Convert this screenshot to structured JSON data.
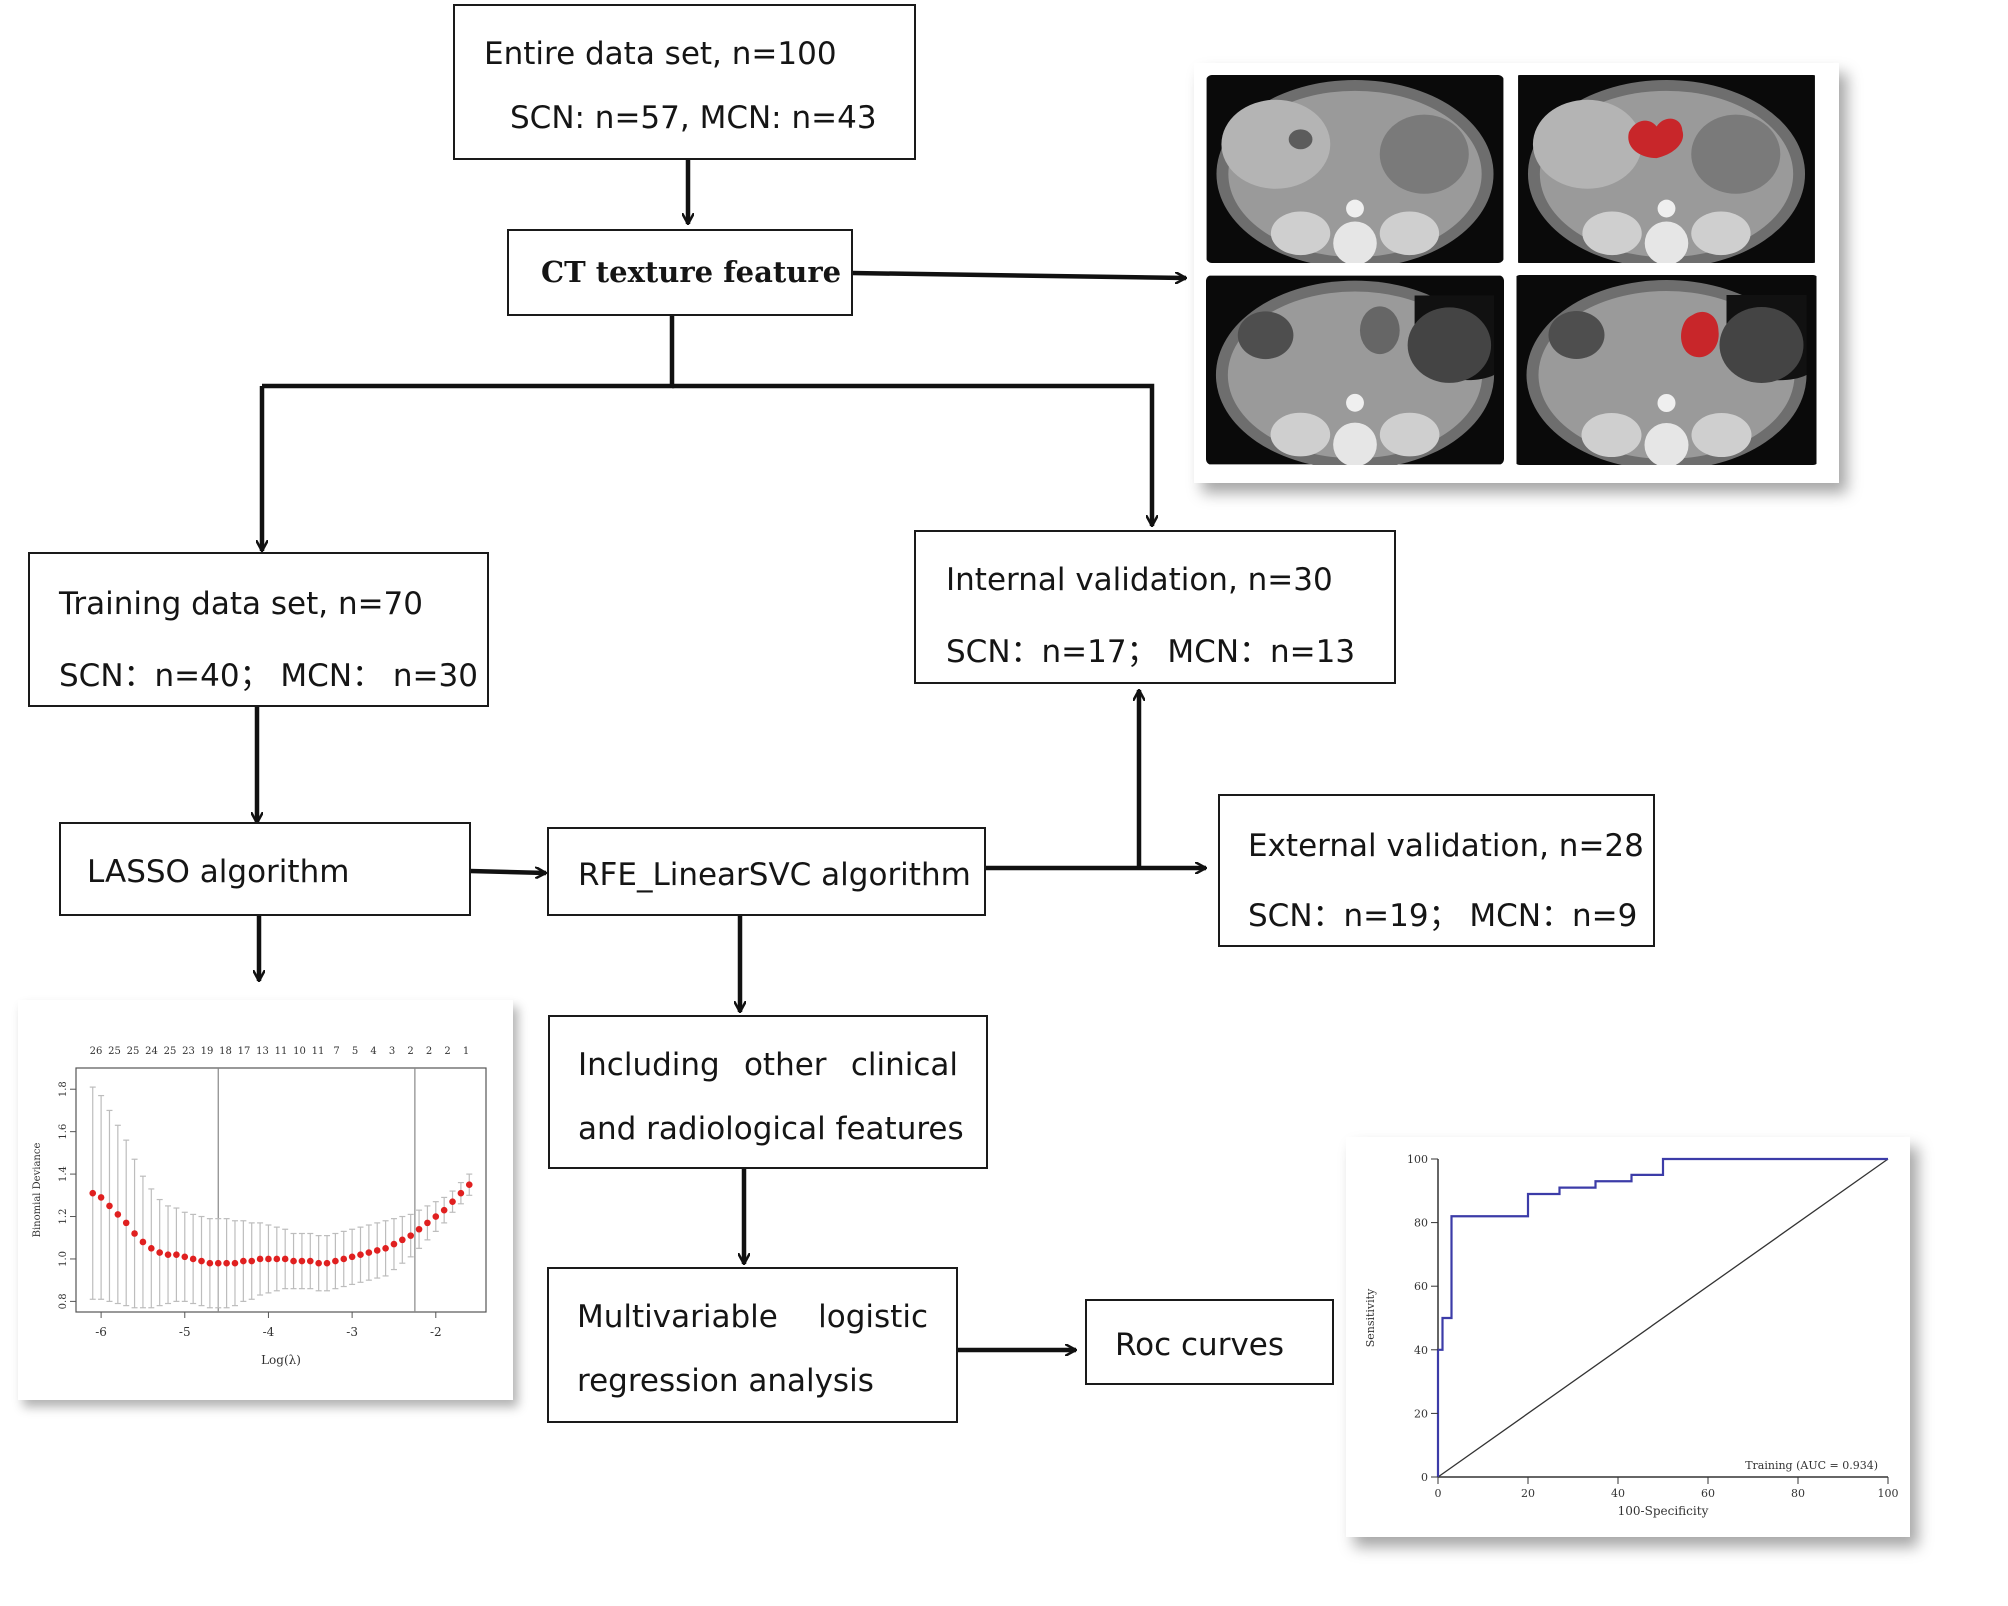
{
  "boxes": {
    "entire": {
      "line1": "Entire data set, n=100",
      "line2": "SCN: n=57, MCN: n=43"
    },
    "ct_texture": {
      "label": "CT texture feature"
    },
    "training": {
      "line1": "Training data set, n=70",
      "line2": "SCN：n=40； MCN： n=30"
    },
    "internal": {
      "line1": "Internal validation, n=30",
      "line2": "SCN：n=17； MCN：n=13"
    },
    "lasso": {
      "label": "LASSO algorithm"
    },
    "rfe": {
      "label": "RFE_LinearSVC algorithm"
    },
    "external": {
      "line1": "External validation, n=28",
      "line2": "SCN：n=19； MCN：n=9"
    },
    "including": {
      "line1_words": [
        "Including",
        "other",
        "clinical"
      ],
      "line2": "and radiological features"
    },
    "multivariable": {
      "line1_words": [
        "Multivariable",
        "logistic"
      ],
      "line2": "regression analysis"
    },
    "roc": {
      "label": "Roc curves"
    }
  },
  "ct_panel": {
    "images": [
      "axial CT, pancreatic lesion",
      "axial CT with red lesion mask",
      "axial CT, pancreatic lesion",
      "axial CT with red lesion mask"
    ],
    "colors": {
      "lesion": "#c8262a",
      "background": "#0a0a0a",
      "tissue": "#9a9a9a"
    }
  },
  "chart_data": [
    {
      "type": "line",
      "title": "",
      "xlabel": "Log(λ)",
      "ylabel": "Binomial Deviance",
      "xlim": [
        -6.3,
        -1.4
      ],
      "ylim": [
        0.75,
        1.9
      ],
      "x_ticks": [
        -6,
        -5,
        -4,
        -3,
        -2
      ],
      "y_ticks": [
        0.8,
        1.0,
        1.2,
        1.4,
        1.6,
        1.8
      ],
      "top_ticks": [
        "26",
        "25",
        "25",
        "24",
        "25",
        "23",
        "19",
        "18",
        "17",
        "13",
        "11",
        "10",
        "11",
        "7",
        "5",
        "4",
        "3",
        "2",
        "2",
        "2",
        "1"
      ],
      "vlines": [
        -4.6,
        -2.25
      ],
      "series": [
        {
          "x": [
            -6.1,
            -6.0,
            -5.9,
            -5.8,
            -5.7,
            -5.6,
            -5.5,
            -5.4,
            -5.3,
            -5.2,
            -5.1,
            -5.0,
            -4.9,
            -4.8,
            -4.7,
            -4.6,
            -4.5,
            -4.4,
            -4.3,
            -4.2,
            -4.1,
            -4.0,
            -3.9,
            -3.8,
            -3.7,
            -3.6,
            -3.5,
            -3.4,
            -3.3,
            -3.2,
            -3.1,
            -3.0,
            -2.9,
            -2.8,
            -2.7,
            -2.6,
            -2.5,
            -2.4,
            -2.3,
            -2.2,
            -2.1,
            -2.0,
            -1.9,
            -1.8,
            -1.7,
            -1.6
          ],
          "y": [
            1.31,
            1.29,
            1.25,
            1.21,
            1.17,
            1.12,
            1.08,
            1.05,
            1.03,
            1.02,
            1.02,
            1.01,
            1.0,
            0.99,
            0.98,
            0.98,
            0.98,
            0.98,
            0.99,
            0.99,
            1.0,
            1.0,
            1.0,
            1.0,
            0.99,
            0.99,
            0.99,
            0.98,
            0.98,
            0.99,
            1.0,
            1.01,
            1.02,
            1.03,
            1.04,
            1.05,
            1.07,
            1.09,
            1.11,
            1.14,
            1.17,
            1.2,
            1.23,
            1.27,
            1.31,
            1.35
          ],
          "err": [
            0.5,
            0.48,
            0.45,
            0.42,
            0.39,
            0.35,
            0.31,
            0.28,
            0.25,
            0.23,
            0.22,
            0.21,
            0.21,
            0.21,
            0.21,
            0.21,
            0.21,
            0.2,
            0.19,
            0.18,
            0.17,
            0.16,
            0.15,
            0.14,
            0.13,
            0.13,
            0.13,
            0.13,
            0.13,
            0.13,
            0.13,
            0.13,
            0.13,
            0.13,
            0.13,
            0.13,
            0.12,
            0.11,
            0.1,
            0.09,
            0.08,
            0.07,
            0.06,
            0.05,
            0.05,
            0.05
          ]
        }
      ],
      "colors": {
        "points": "#e02020",
        "errorbars": "#bdbdbd"
      }
    },
    {
      "type": "line",
      "title": "",
      "xlabel": "100-Specificity",
      "ylabel": "Sensitivity",
      "xlim": [
        0,
        100
      ],
      "ylim": [
        0,
        100
      ],
      "x_ticks": [
        0,
        20,
        40,
        60,
        80,
        100
      ],
      "y_ticks": [
        0,
        20,
        40,
        60,
        80,
        100
      ],
      "annotation": "Training (AUC = 0.934)",
      "series": [
        {
          "x": [
            0,
            0,
            1,
            1,
            3,
            3,
            20,
            20,
            27,
            27,
            35,
            35,
            43,
            43,
            50,
            50,
            100
          ],
          "y": [
            0,
            40,
            40,
            50,
            50,
            82,
            82,
            89,
            89,
            91,
            91,
            93,
            93,
            95,
            95,
            100,
            100
          ]
        },
        {
          "x": [
            0,
            100
          ],
          "y": [
            0,
            100
          ]
        }
      ],
      "colors": {
        "roc": "#3c3ca8",
        "diagonal": "#333333"
      }
    }
  ]
}
